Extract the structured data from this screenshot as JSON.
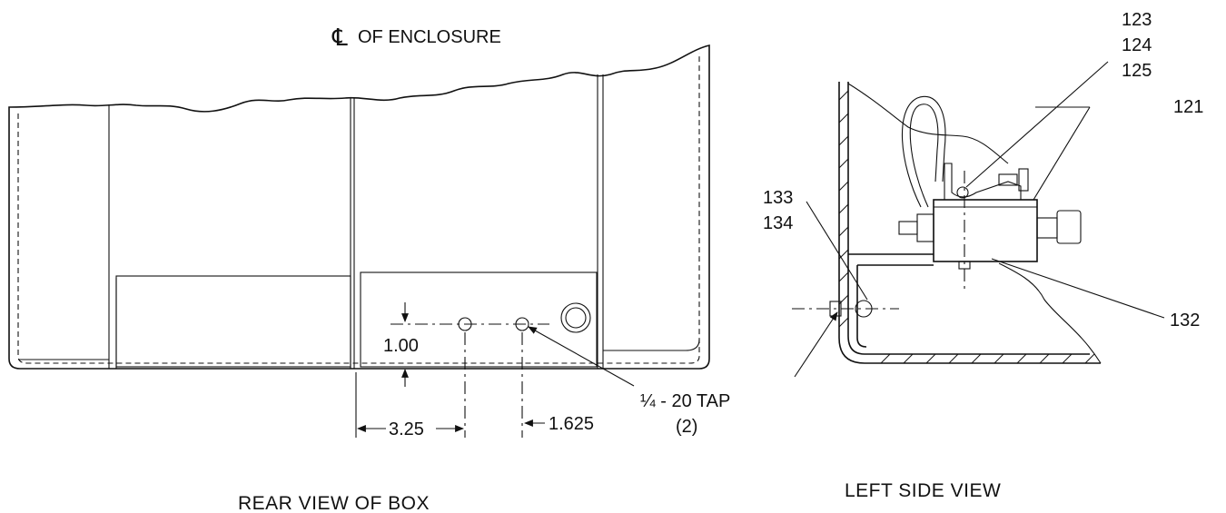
{
  "rear_view": {
    "centerline_symbol": "℄",
    "centerline_label": "OF ENCLOSURE",
    "dim_vertical": "1.00",
    "dim_hole_1": "3.25",
    "dim_hole_2": "1.625",
    "tap_label": "¼ - 20 TAP",
    "tap_qty": "(2)",
    "title": "REAR VIEW OF BOX"
  },
  "side_view": {
    "callout_123": "123",
    "callout_124": "124",
    "callout_125": "125",
    "callout_121": "121",
    "callout_133": "133",
    "callout_134": "134",
    "callout_132": "132",
    "title": "LEFT SIDE VIEW"
  }
}
